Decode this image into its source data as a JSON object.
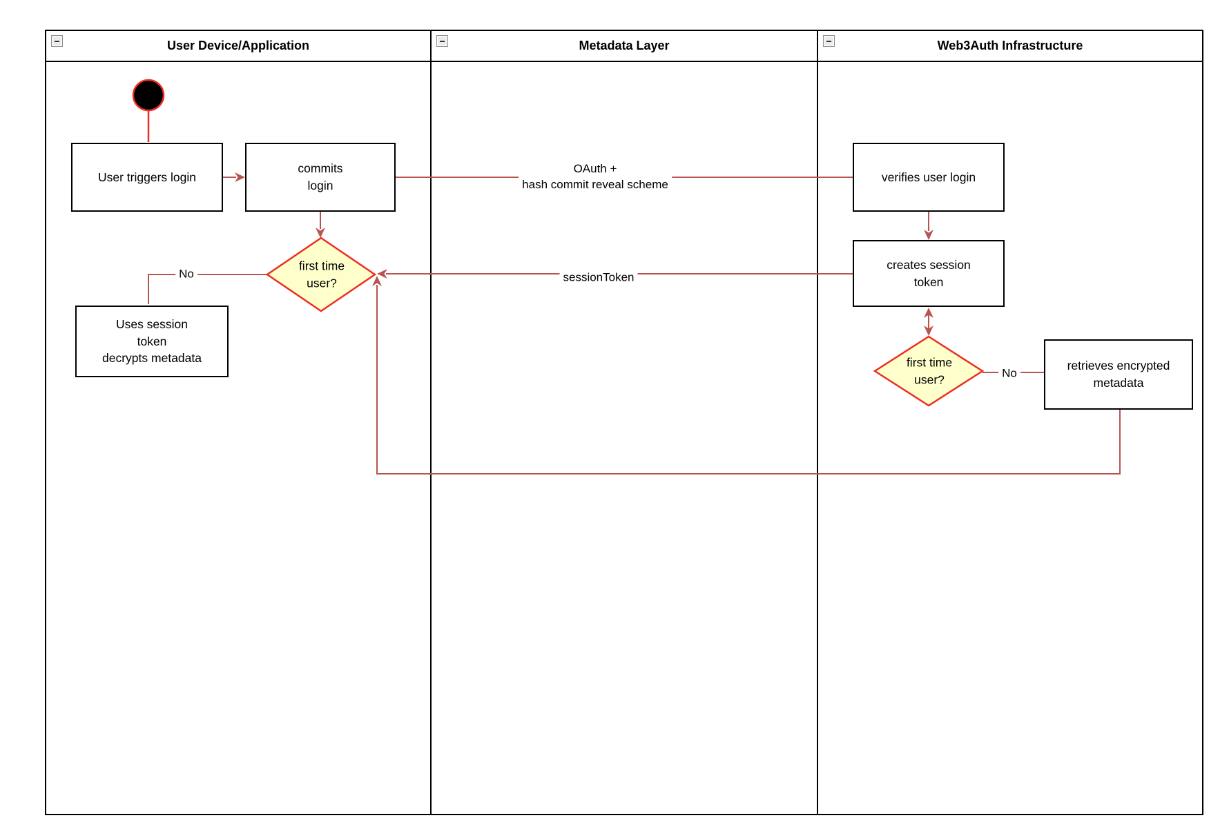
{
  "diagram_title": "Web3Auth login flow swimlane diagram",
  "colors": {
    "connector": "#B85450",
    "start_and_diamond_stroke": "#ED2D20",
    "diamond_fill": "#FFFFCC",
    "node_border": "#000000",
    "node_fill": "#FFFFFF",
    "lane_border": "#000000"
  },
  "lanes": [
    {
      "title": "User Device/Application",
      "collapse_icon": "minus-icon"
    },
    {
      "title": "Metadata Layer",
      "collapse_icon": "minus-icon"
    },
    {
      "title": "Web3Auth Infrastructure",
      "collapse_icon": "minus-icon"
    }
  ],
  "nodes": {
    "start": {
      "type": "initial-node"
    },
    "user_triggers_login": {
      "lines": [
        "User triggers login"
      ]
    },
    "commits_login": {
      "lines": [
        "commits",
        "login"
      ]
    },
    "verifies_user_login": {
      "lines": [
        "verifies user login"
      ]
    },
    "creates_session_token": {
      "lines": [
        "creates session",
        "token"
      ]
    },
    "uses_session_token": {
      "lines": [
        "Uses session",
        "token",
        "decrypts metadata"
      ]
    },
    "retrieves_encrypted_metadata": {
      "lines": [
        "retrieves encrypted",
        "metadata"
      ]
    },
    "first_time_user_1": {
      "lines": [
        "first time",
        "user?"
      ]
    },
    "first_time_user_2": {
      "lines": [
        "first time",
        "user?"
      ]
    }
  },
  "edge_labels": {
    "oauth": {
      "lines": [
        "OAuth +",
        "hash commit reveal scheme"
      ]
    },
    "session_token": {
      "lines": [
        "sessionToken"
      ]
    },
    "no_west": {
      "lines": [
        "No"
      ]
    },
    "no_east": {
      "lines": [
        "No"
      ]
    }
  }
}
